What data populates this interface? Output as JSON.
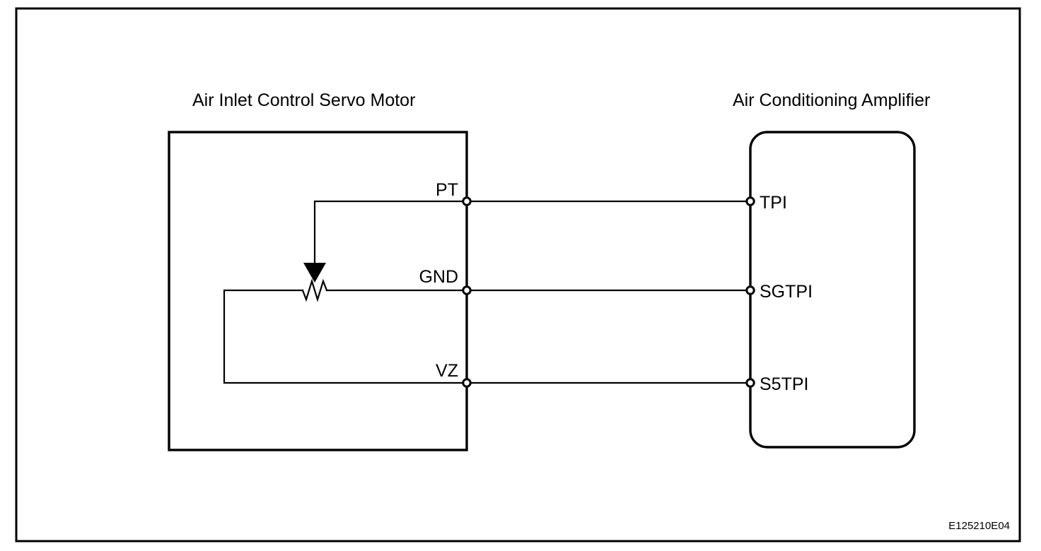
{
  "diagram": {
    "type": "wiring-schematic",
    "background_color": "#ffffff",
    "line_color": "#000000",
    "reference_code": "E125210E04",
    "components": {
      "servo_motor": {
        "title": "Air Inlet Control Servo Motor",
        "shape": "rectangle",
        "terminals": [
          "PT",
          "GND",
          "VZ"
        ],
        "internal_element": "potentiometer"
      },
      "amplifier": {
        "title": "Air Conditioning Amplifier",
        "shape": "rounded-rectangle",
        "terminals": [
          "TPI",
          "SGTPI",
          "S5TPI"
        ]
      }
    },
    "connections": [
      {
        "from": "PT",
        "to": "TPI"
      },
      {
        "from": "GND",
        "to": "SGTPI"
      },
      {
        "from": "VZ",
        "to": "S5TPI"
      }
    ],
    "labels": {
      "left_title": "Air Inlet Control Servo Motor",
      "right_title": "Air Conditioning Amplifier",
      "pin_pt": "PT",
      "pin_gnd": "GND",
      "pin_vz": "VZ",
      "pin_tpi": "TPI",
      "pin_sgtpi": "SGTPI",
      "pin_s5tpi": "S5TPI",
      "code": "E125210E04"
    }
  }
}
